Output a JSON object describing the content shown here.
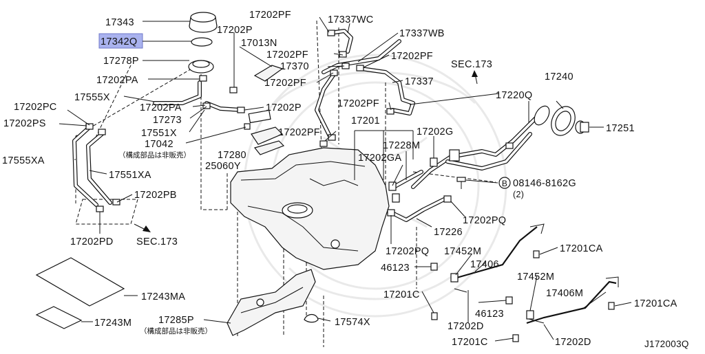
{
  "diagram": {
    "highlight_color": "#a9b2ee",
    "selected_part": "17342Q",
    "footer_code": "J172003Q",
    "callouts": [
      {
        "id": "c01",
        "text": "17343"
      },
      {
        "id": "c02",
        "text": "17342Q"
      },
      {
        "id": "c03",
        "text": "17278P"
      },
      {
        "id": "c04",
        "text": "17202PA"
      },
      {
        "id": "c05",
        "text": "17555X"
      },
      {
        "id": "c06",
        "text": "17202PC"
      },
      {
        "id": "c07",
        "text": "17202PS"
      },
      {
        "id": "c08",
        "text": "17555XA"
      },
      {
        "id": "c09",
        "text": "17551XA"
      },
      {
        "id": "c10",
        "text": "17202PB"
      },
      {
        "id": "c11",
        "text": "17202PD"
      },
      {
        "id": "c12",
        "text": "SEC.173"
      },
      {
        "id": "c13",
        "text": "17202P"
      },
      {
        "id": "c14",
        "text": "17013N"
      },
      {
        "id": "c15",
        "text": "17202PA"
      },
      {
        "id": "c16",
        "text": "17273"
      },
      {
        "id": "c17",
        "text": "17551X"
      },
      {
        "id": "c18",
        "text": "17042"
      },
      {
        "id": "c19",
        "text": "17202P"
      },
      {
        "id": "c20",
        "text": "17280"
      },
      {
        "id": "c21",
        "text": "25060Y"
      },
      {
        "id": "c22",
        "text": "17202PF"
      },
      {
        "id": "c23",
        "text": "17337WC"
      },
      {
        "id": "c24",
        "text": "17337WB"
      },
      {
        "id": "c25",
        "text": "17202PF"
      },
      {
        "id": "c26",
        "text": "17370"
      },
      {
        "id": "c27",
        "text": "17202PF"
      },
      {
        "id": "c28",
        "text": "17202PF"
      },
      {
        "id": "c29",
        "text": "17337"
      },
      {
        "id": "c30",
        "text": "SEC.173"
      },
      {
        "id": "c31",
        "text": "17202PF"
      },
      {
        "id": "c32",
        "text": "17202PF"
      },
      {
        "id": "c33",
        "text": "17201"
      },
      {
        "id": "c34",
        "text": "17202G"
      },
      {
        "id": "c35",
        "text": "17228M"
      },
      {
        "id": "c36",
        "text": "17202GA"
      },
      {
        "id": "c37",
        "text": "17240"
      },
      {
        "id": "c38",
        "text": "17220Q"
      },
      {
        "id": "c39",
        "text": "17251"
      },
      {
        "id": "c40",
        "text": "08146-8162G"
      },
      {
        "id": "c41",
        "text": "(2)"
      },
      {
        "id": "c42",
        "text": "17202PQ"
      },
      {
        "id": "c43",
        "text": "17226"
      },
      {
        "id": "c44",
        "text": "17202PQ"
      },
      {
        "id": "c45",
        "text": "17452M"
      },
      {
        "id": "c46",
        "text": "46123"
      },
      {
        "id": "c47",
        "text": "17406"
      },
      {
        "id": "c48",
        "text": "17201CA"
      },
      {
        "id": "c49",
        "text": "17452M"
      },
      {
        "id": "c50",
        "text": "17201C"
      },
      {
        "id": "c51",
        "text": "46123"
      },
      {
        "id": "c52",
        "text": "17202D"
      },
      {
        "id": "c53",
        "text": "17406M"
      },
      {
        "id": "c54",
        "text": "17201CA"
      },
      {
        "id": "c55",
        "text": "17201C"
      },
      {
        "id": "c56",
        "text": "17202D"
      },
      {
        "id": "c57",
        "text": "17243MA"
      },
      {
        "id": "c58",
        "text": "17243M"
      },
      {
        "id": "c59",
        "text": "17285P"
      },
      {
        "id": "c60",
        "text": "17574X"
      }
    ],
    "notes": [
      {
        "id": "n1",
        "text": "（構成部品は非販売）"
      },
      {
        "id": "n2",
        "text": "（構成部品は非販売）"
      }
    ],
    "bolt_symbol": "B"
  }
}
